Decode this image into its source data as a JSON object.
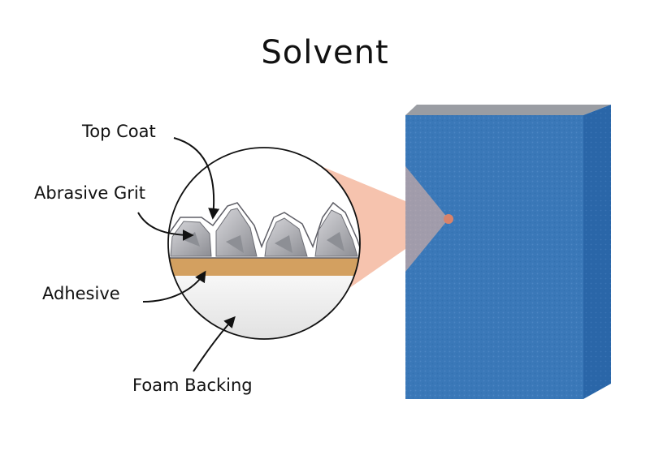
{
  "title": "Solvent",
  "labels": {
    "top_coat": "Top Coat",
    "abrasive_grit": "Abrasive Grit",
    "adhesive": "Adhesive",
    "foam_backing": "Foam Backing"
  },
  "colors": {
    "sponge_front": "#3a78b8",
    "sponge_side": "#2a66a8",
    "sponge_top": "#9a9da3",
    "adhesive": "#d3a060",
    "magnifier_cone": "#f5b9a0",
    "foam": "#eeeeee",
    "grit": "#b8b8bd"
  }
}
